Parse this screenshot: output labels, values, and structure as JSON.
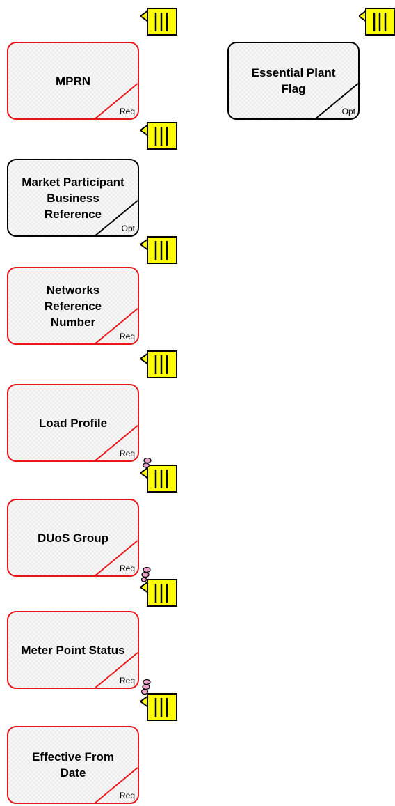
{
  "entities": [
    {
      "id": "mprn",
      "label": "MPRN",
      "tag": "Req",
      "required": true
    },
    {
      "id": "essential-plant-flag",
      "label": "Essential Plant\nFlag",
      "tag": "Opt",
      "required": false
    },
    {
      "id": "market-participant-business-reference",
      "label": "Market Participant\nBusiness\nReference",
      "tag": "Opt",
      "required": false
    },
    {
      "id": "networks-reference-number",
      "label": "Networks\nReference\nNumber",
      "tag": "Req",
      "required": true
    },
    {
      "id": "load-profile",
      "label": "Load Profile",
      "tag": "Req",
      "required": true
    },
    {
      "id": "duos-group",
      "label": "DUoS Group",
      "tag": "Req",
      "required": true
    },
    {
      "id": "meter-point-status",
      "label": "Meter Point Status",
      "tag": "Req",
      "required": true
    },
    {
      "id": "effective-from-date",
      "label": "Effective From\nDate",
      "tag": "Req",
      "required": true
    }
  ],
  "colors": {
    "required_border": "#e8161b",
    "optional_border": "#000000",
    "note_fill": "#ffff00",
    "clip_fill": "#e8a2c8"
  },
  "icons": [
    "note-icon",
    "paperclip-icon"
  ]
}
